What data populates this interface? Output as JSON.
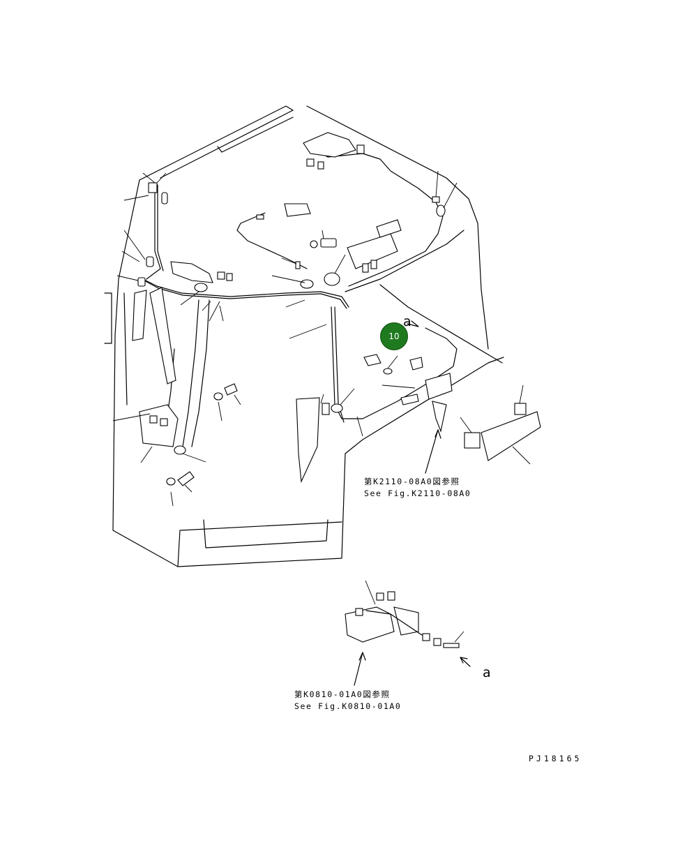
{
  "callout": {
    "number": "10",
    "color": "#1f7a1f"
  },
  "references": {
    "upper": {
      "jp": "第K2110-08A0図参照",
      "en": "See Fig.K2110-08A0"
    },
    "lower": {
      "jp": "第K0810-01A0図参照",
      "en": "See Fig.K0810-01A0"
    }
  },
  "marks": {
    "a_top": "a",
    "a_bottom": "a"
  },
  "drawing_id": "PJ18165"
}
